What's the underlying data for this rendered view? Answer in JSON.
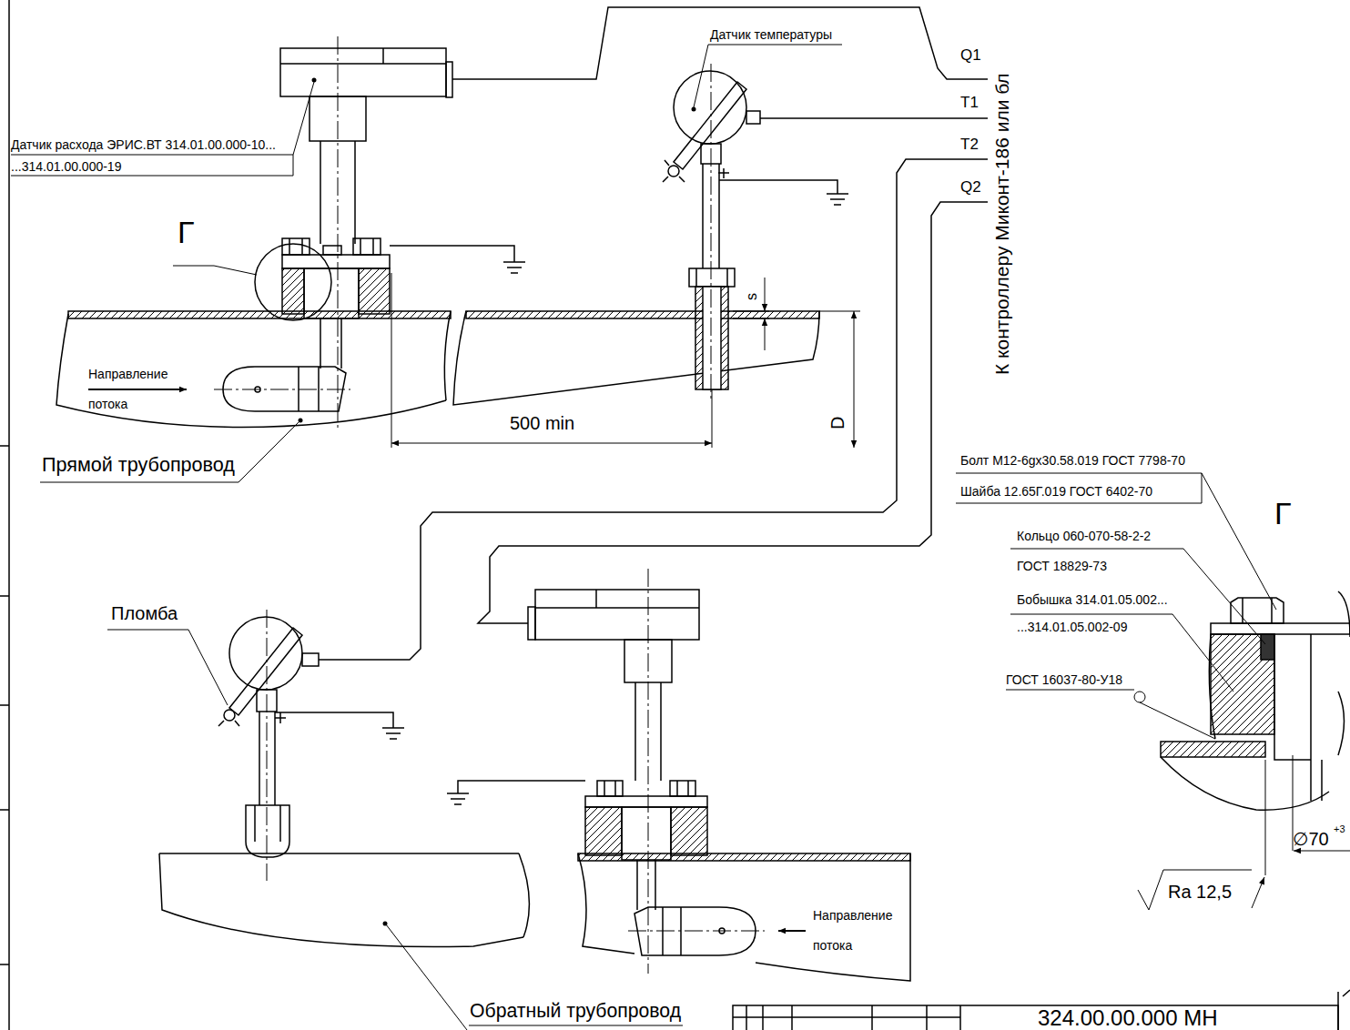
{
  "diagram": {
    "labels": [
      "Датчик расхода ЭРИС.ВТ 314.01.00.000-10...",
      "...314.01.00.000-19",
      "Датчик температуры",
      "Q1",
      "T1",
      "T2",
      "Q2",
      "К контроллеру Миконт-186 или бл",
      "Г",
      "s",
      "Направление",
      "потока",
      "500 min",
      "D",
      "Прямой трубопровод",
      "Болт М12-6gх30.58.019 ГОСТ 7798-70",
      "Шайба 12.65Г.019 ГОСТ 6402-70",
      "Г",
      "Кольцо 060-070-58-2-2",
      "ГОСТ 18829-73",
      "Бобышка 314.01.05.002...",
      "...314.01.05.002-09",
      "Пломба",
      "ГОСТ 16037-80-У18",
      "∅70",
      "+3",
      "Ra 12,5",
      "Направление",
      "потока",
      "Обратный трубопровод",
      "324.00.00.000 МН"
    ]
  }
}
